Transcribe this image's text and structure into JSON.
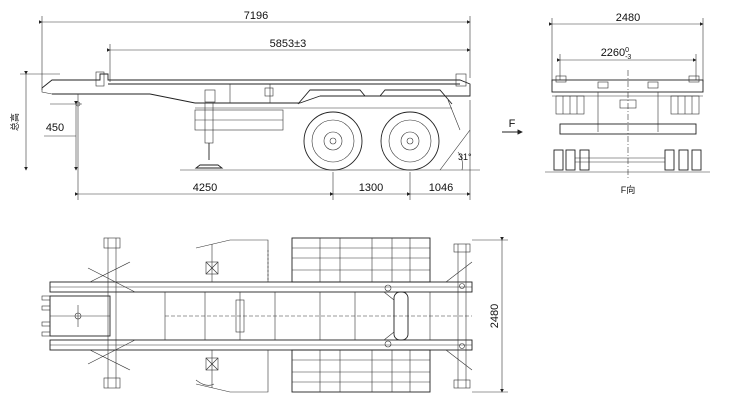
{
  "side_view": {
    "overall_length": "7196",
    "kingpin_to_rear": "5853±3",
    "height_label": "总高",
    "kingpin_height": "450",
    "kingpin_to_axle": "4250",
    "axle_spacing": "1300",
    "rear_overhang": "1046",
    "departure_angle": "31°"
  },
  "rear_view": {
    "overall_width": "2480",
    "lock_span_main": "2260",
    "lock_span_sup": "0",
    "lock_span_subsc": "-3",
    "view_arrow_label": "F",
    "view_caption": "F向"
  },
  "plan_view": {
    "overall_width": "2480"
  }
}
